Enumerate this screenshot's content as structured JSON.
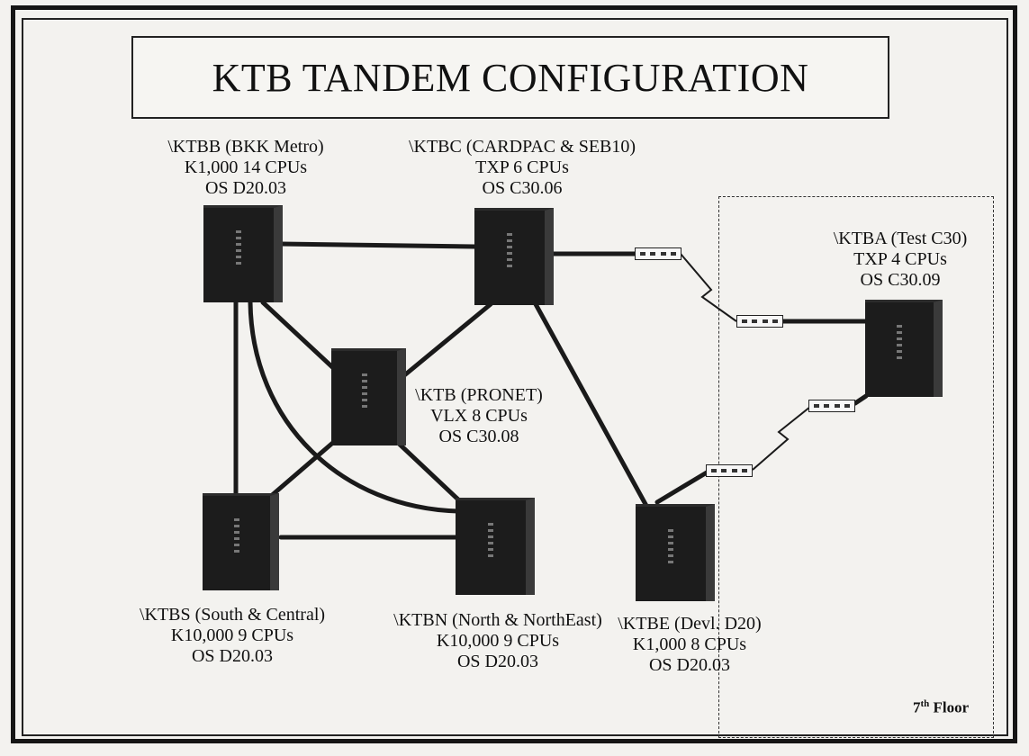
{
  "title": "KTB TANDEM CONFIGURATION",
  "floor_label": {
    "number": "7",
    "suffix": "th",
    "text": " Floor"
  },
  "nodes": {
    "ktbb": {
      "name": "\\KTBB (BKK Metro)",
      "model": "K1,000 14 CPUs",
      "os": "OS D20.03"
    },
    "ktbc": {
      "name": "\\KTBC (CARDPAC & SEB10)",
      "model": "TXP 6 CPUs",
      "os": "OS C30.06"
    },
    "ktba": {
      "name": "\\KTBA (Test C30)",
      "model": "TXP 4 CPUs",
      "os": "OS C30.09"
    },
    "ktb": {
      "name": "\\KTB (PRONET)",
      "model": "VLX 8 CPUs",
      "os": "OS C30.08"
    },
    "ktbs": {
      "name": "\\KTBS (South & Central)",
      "model": "K10,000 9 CPUs",
      "os": "OS D20.03"
    },
    "ktbn": {
      "name": "\\KTBN  (North & NorthEast)",
      "model": "K10,000 9 CPUs",
      "os": "OS D20.03"
    },
    "ktbe": {
      "name": "\\KTBE (Devl. D20)",
      "model": "K1,000  8 CPUs",
      "os": "OS D20.03"
    }
  },
  "colors": {
    "line": "#1a1a1a",
    "server": "#1c1c1c",
    "background": "#f3f2ef"
  }
}
